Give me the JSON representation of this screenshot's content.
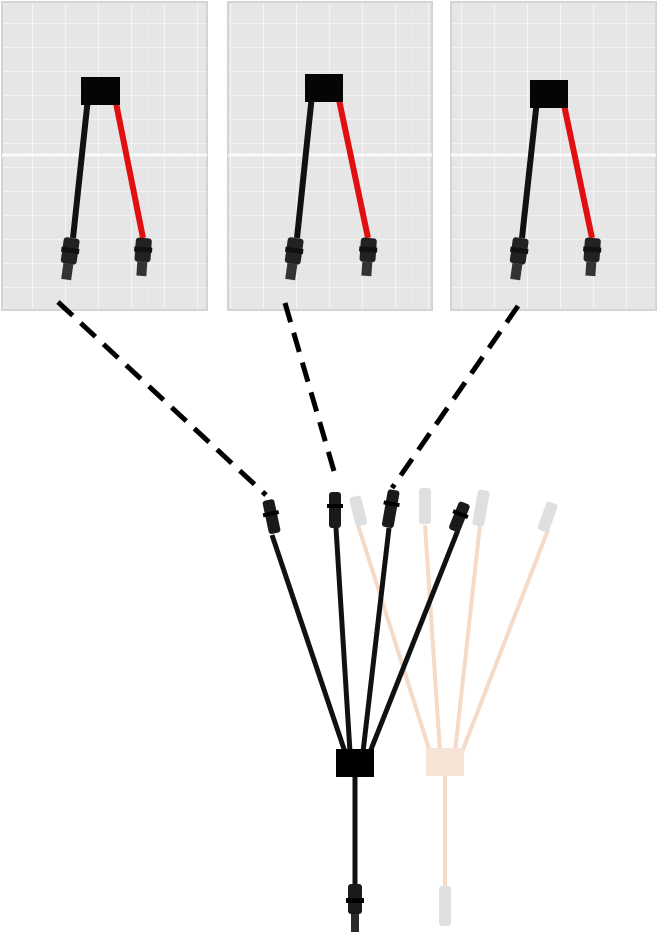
{
  "diagram": {
    "title": "",
    "description_text": "",
    "panels": [
      {
        "id": "panel-1",
        "junction_box": "junction-box-icon",
        "positive_lead": "red-cable",
        "negative_lead": "black-cable"
      },
      {
        "id": "panel-2",
        "junction_box": "junction-box-icon",
        "positive_lead": "red-cable",
        "negative_lead": "black-cable"
      },
      {
        "id": "panel-3",
        "junction_box": "junction-box-icon",
        "positive_lead": "red-cable",
        "negative_lead": "black-cable"
      }
    ],
    "branch_connector": {
      "inputs": 4,
      "outputs": 1,
      "icon": "y-branch-connector-icon",
      "ghost_icon": "y-branch-connector-ghost-icon"
    },
    "connections": [
      {
        "from": "panel-1",
        "to": "branch-input-1",
        "style": "dashed"
      },
      {
        "from": "panel-2",
        "to": "branch-input-2",
        "style": "dashed"
      },
      {
        "from": "panel-3",
        "to": "branch-input-3",
        "style": "dashed"
      }
    ],
    "colors": {
      "panel_fill": "#e6e6e6",
      "panel_grid": "#f8f8f8",
      "cable_negative": "#111111",
      "cable_positive": "#e01010",
      "ghost_cable": "#f3d6c2",
      "ghost_connector": "#d8d8d8",
      "dash_line": "#000000"
    }
  }
}
